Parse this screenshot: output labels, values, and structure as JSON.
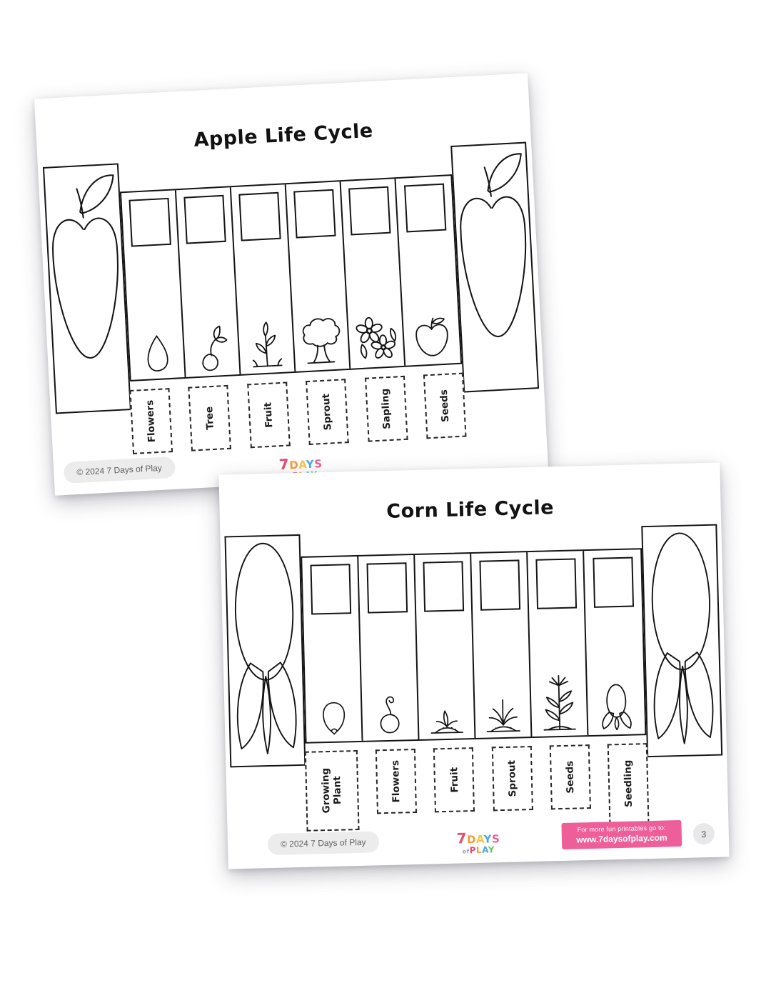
{
  "canvas": {
    "background_color": "#ffffff"
  },
  "logo": {
    "line1": [
      "7",
      "D",
      "A",
      "Y",
      "S"
    ],
    "of": "of",
    "line2": [
      "P",
      "L",
      "A",
      "Y"
    ],
    "colors": {
      "seven": "#e84a6f",
      "d": "#f59c3c",
      "a1": "#f7c64a",
      "y1": "#4aa9e0",
      "s": "#ec5f9a",
      "of": "#9aa0a6",
      "p": "#e84a6f",
      "l": "#f59c3c",
      "a2": "#4aa9e0",
      "y2": "#6cbf5a"
    }
  },
  "pages": [
    {
      "title": "Apple Life Cycle",
      "side_illustration": "apple-outline",
      "stage_illustrations": [
        "apple-seed",
        "germinating-seed",
        "sprout",
        "apple-tree",
        "apple-blossoms",
        "apple-fruit"
      ],
      "labels": [
        "Flowers",
        "Tree",
        "Fruit",
        "Sprout",
        "Sapling",
        "Seeds"
      ],
      "footer": {
        "copyright": "© 2024 7 Days of Play"
      }
    },
    {
      "title": "Corn Life Cycle",
      "side_illustration": "corn-cob-outline",
      "stage_illustrations": [
        "corn-kernel",
        "germinating-kernel",
        "corn-sprout",
        "young-corn-plant",
        "tall-corn-plant",
        "corn-cob"
      ],
      "labels": [
        "Growing Plant",
        "Flowers",
        "Fruit",
        "Sprout",
        "Seeds",
        "Seedling"
      ],
      "footer": {
        "copyright": "© 2024 7 Days of Play",
        "promo_line1": "For more fun printables go to:",
        "promo_url": "www.7daysofplay.com",
        "promo_bg_color": "#ee5f9a",
        "page_number": "3"
      }
    }
  ]
}
